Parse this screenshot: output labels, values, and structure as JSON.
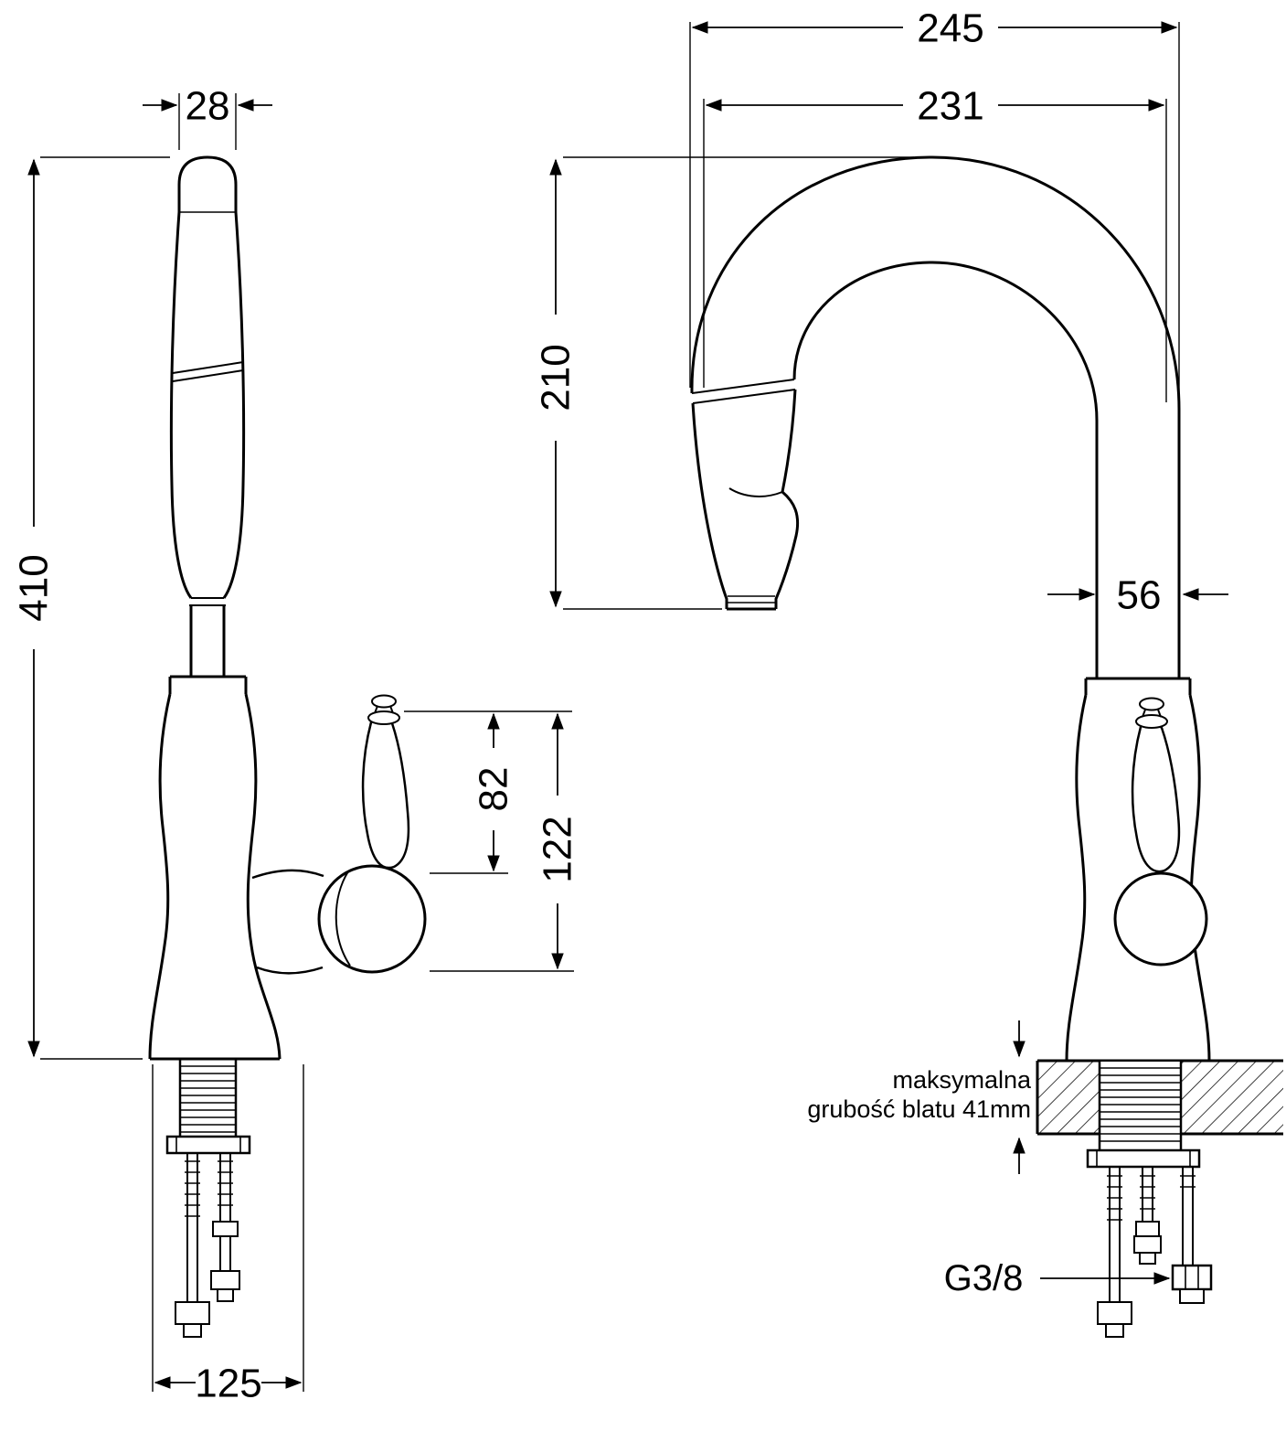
{
  "colors": {
    "line": "#000000",
    "background": "#ffffff"
  },
  "dims": {
    "spout_width": "28",
    "total_height": "410",
    "handle_height": "82",
    "handle_unit_height": "122",
    "base_width": "125",
    "overall_depth": "245",
    "spout_reach": "231",
    "spout_height": "210",
    "column_width": "56"
  },
  "annotations": {
    "counter_note_line1": "maksymalna",
    "counter_note_line2": "grubość blatu 41mm",
    "thread_size": "G3/8"
  }
}
